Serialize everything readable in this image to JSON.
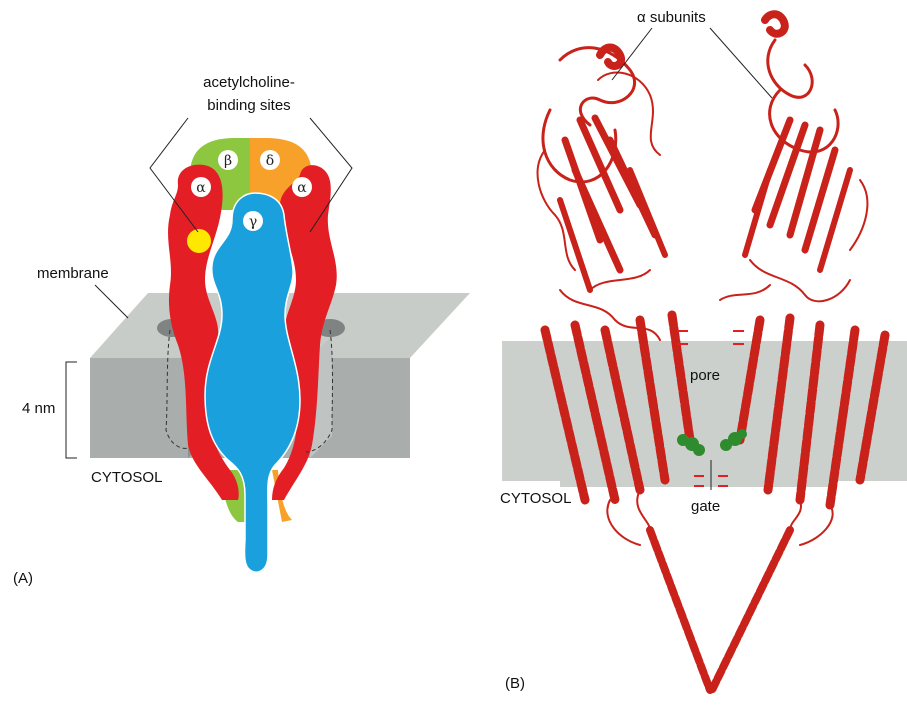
{
  "panel_a": {
    "panel_label": "(A)",
    "binding_label_line1": "acetylcholine-",
    "binding_label_line2": "binding sites",
    "membrane_label": "membrane",
    "scale_label": "4 nm",
    "cytosol_label": "CYTOSOL",
    "subunits": {
      "beta": "β",
      "delta": "δ",
      "alpha_left": "α",
      "alpha_right": "α",
      "gamma": "γ"
    }
  },
  "panel_b": {
    "panel_label": "(B)",
    "alpha_subunits_label": "α subunits",
    "pore_label": "pore",
    "gate_label": "gate",
    "cytosol_label": "CYTOSOL"
  },
  "colors": {
    "alpha_subunit": "#e31e24",
    "beta_subunit": "#8dc63f",
    "delta_subunit": "#f7a12b",
    "gamma_subunit": "#1aa0dd",
    "binding_site": "#ffe800",
    "membrane_top": "#c7cbc8",
    "membrane_side": "#a6aaa8",
    "gate_residues": "#2e8b2e",
    "ribbon": "#c9221b"
  }
}
